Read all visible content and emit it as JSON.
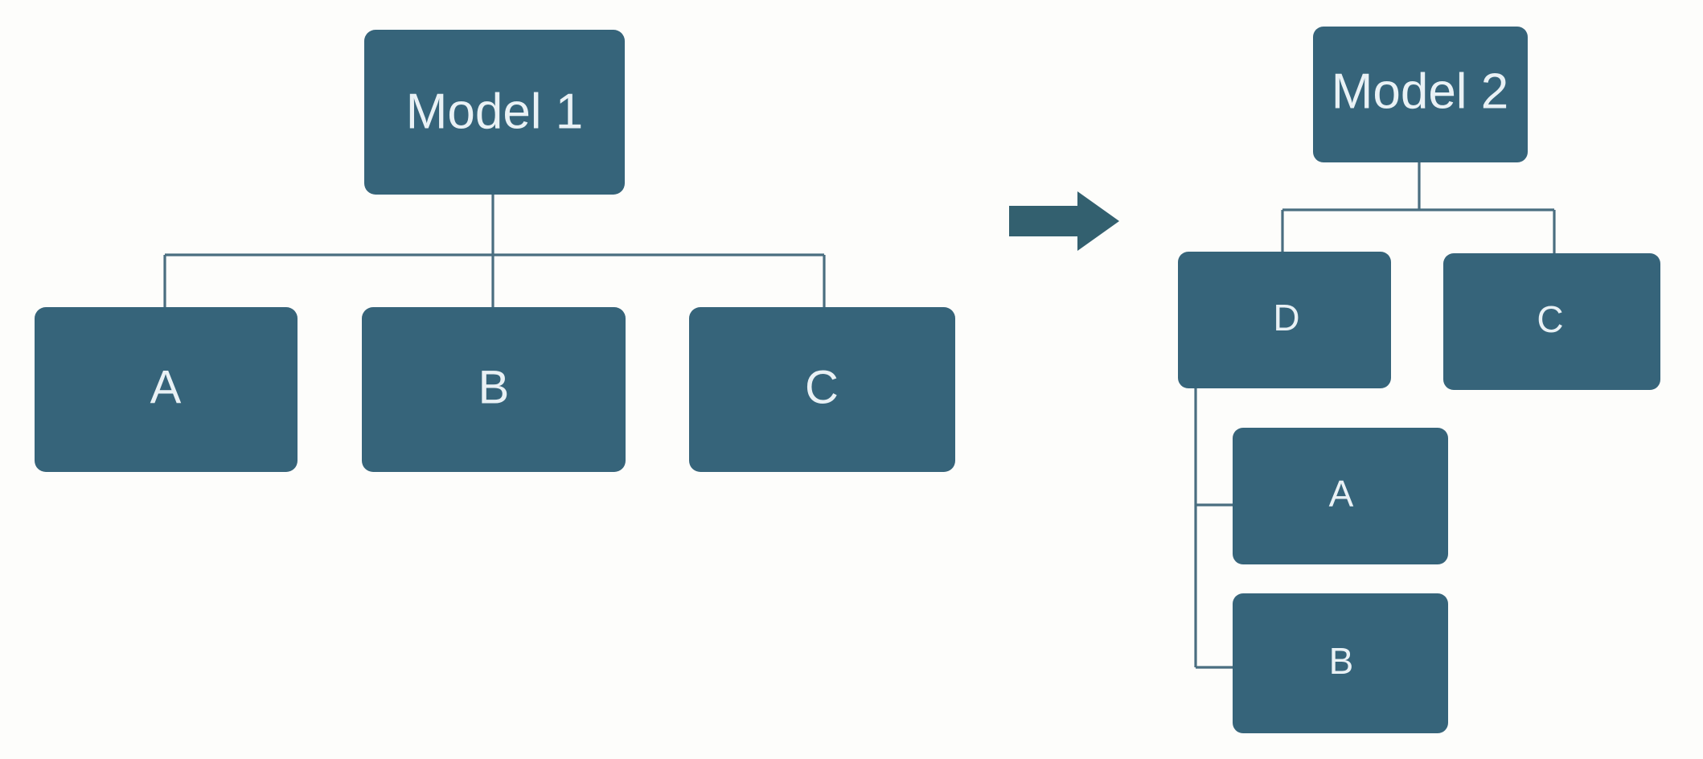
{
  "diagram": {
    "title_left": "Model 1",
    "title_right": "Model 2",
    "accent_color": "#36647a",
    "connector_color": "#4a6e80",
    "label_color": "#e9f1f5",
    "background_color": "#fdfdfb",
    "transition_icon": "right-arrow-icon",
    "left_tree": {
      "root": {
        "label": "Model 1"
      },
      "children": [
        {
          "label": "A"
        },
        {
          "label": "B"
        },
        {
          "label": "C"
        }
      ]
    },
    "right_tree": {
      "root": {
        "label": "Model 2"
      },
      "children": [
        {
          "label": "D"
        },
        {
          "label": "C"
        }
      ],
      "grandchildren_of_d": [
        {
          "label": "A"
        },
        {
          "label": "B"
        }
      ]
    }
  }
}
